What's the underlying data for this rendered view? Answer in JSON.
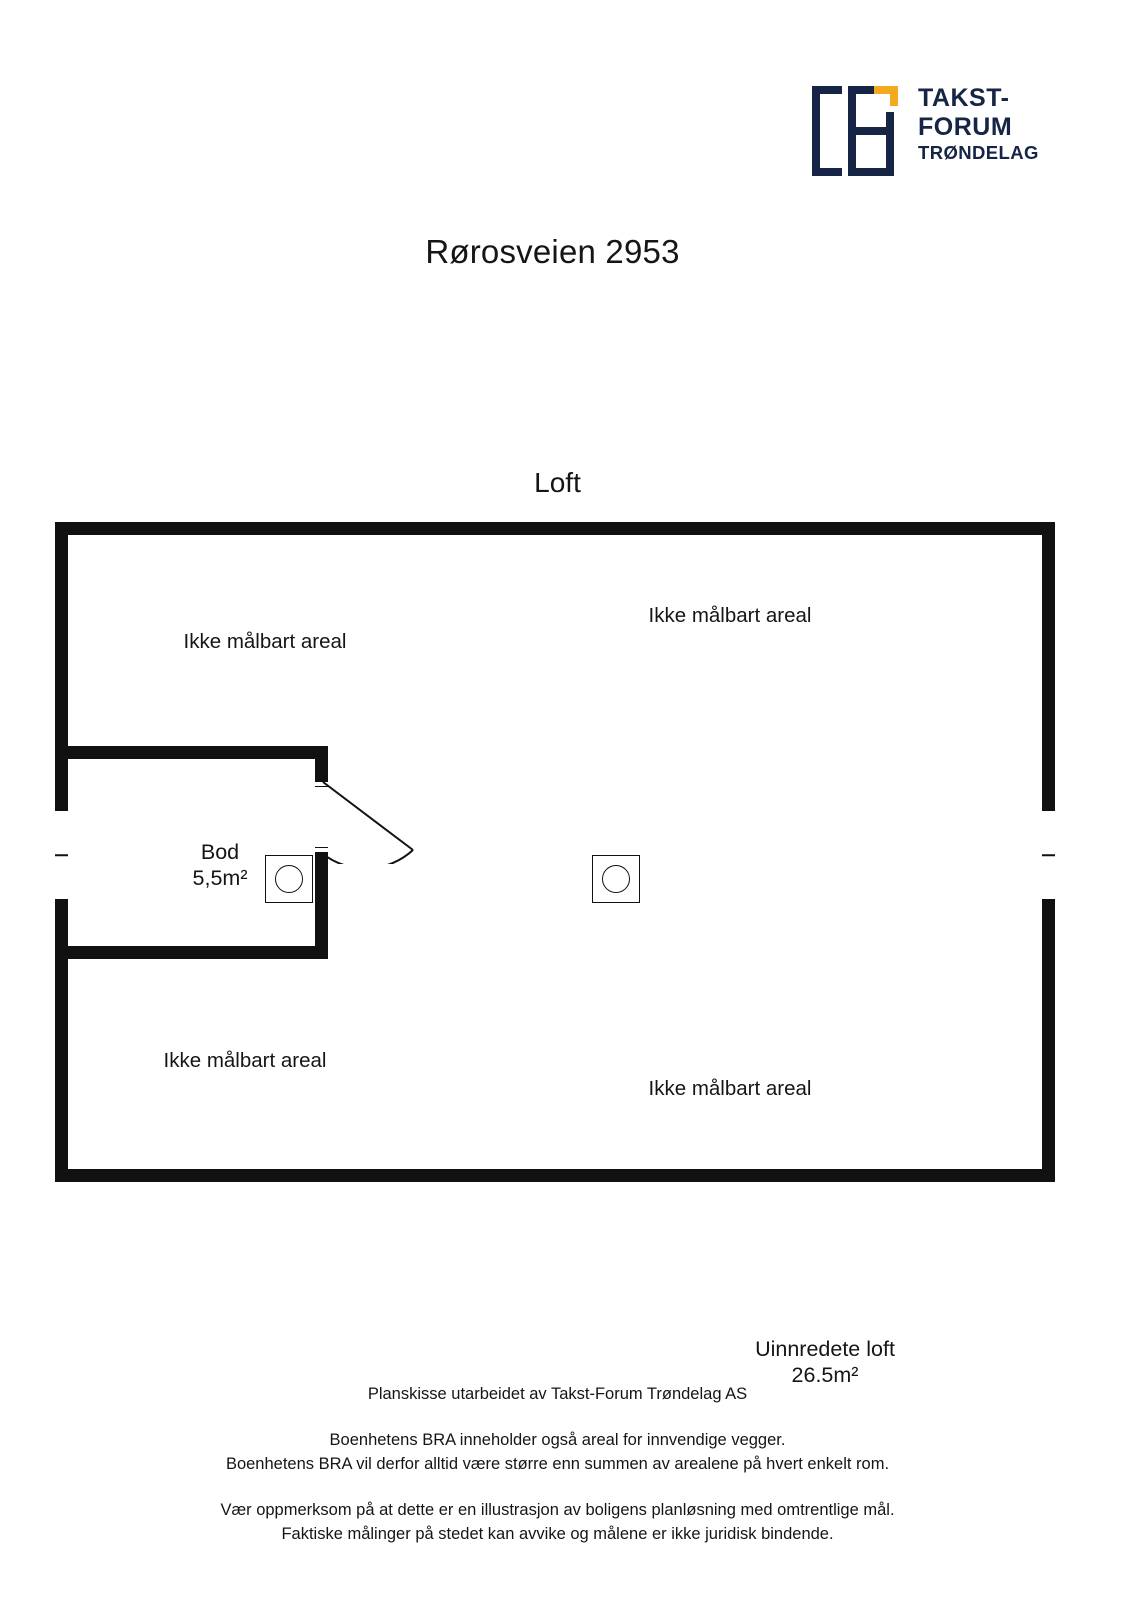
{
  "logo": {
    "mark_name": "takst-forum-bracket-mark",
    "line1": "TAKST-",
    "line2": "FORUM",
    "line3": "TRØNDELAG",
    "navy": "#162545",
    "accent": "#F2AA1F"
  },
  "header": {
    "title": "Rørosveien 2953"
  },
  "floor": {
    "title": "Loft"
  },
  "plan": {
    "rooms": [
      {
        "name": "Bod",
        "area": "5,5m²"
      },
      {
        "name": "Uinnredete loft",
        "area": "26.5m²"
      }
    ],
    "unmeasurable_labels": [
      "Ikke målbart areal",
      "Ikke målbart areal",
      "Ikke målbart areal",
      "Ikke målbart areal"
    ],
    "wall_color": "#111111",
    "fill_color": "#ffffff"
  },
  "footer": {
    "credit": "Planskisse utarbeidet av Takst-Forum Trøndelag AS",
    "bra_line1": "Boenhetens BRA inneholder også areal for innvendige vegger.",
    "bra_line2": "Boenhetens BRA vil derfor alltid være større enn summen av arealene på hvert enkelt rom.",
    "disclaimer_line1": "Vær oppmerksom på at dette er en illustrasjon av boligens planløsning med omtrentlige mål.",
    "disclaimer_line2": "Faktiske målinger på stedet kan avvike og målene er ikke juridisk bindende."
  }
}
